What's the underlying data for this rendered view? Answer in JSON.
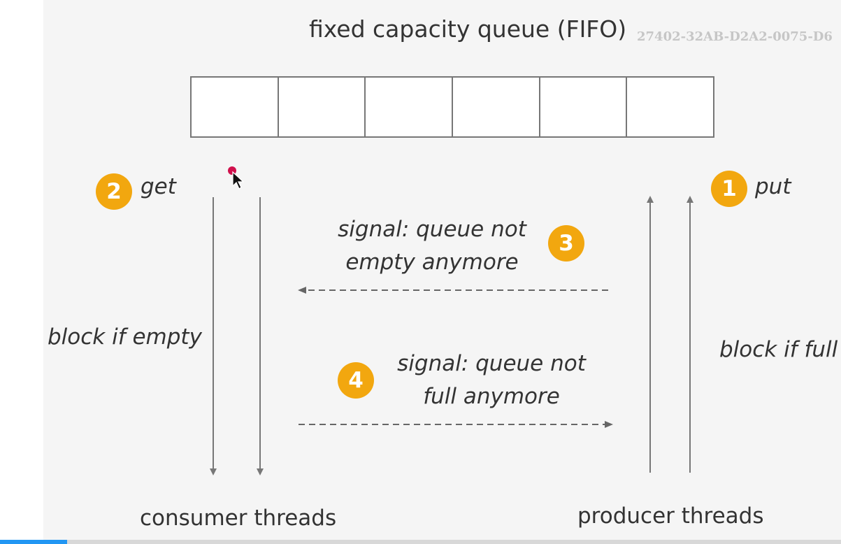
{
  "title": "fixed capacity queue (FIFO)",
  "watermark": "27402-32AB-D2A2-0075-D6",
  "queue": {
    "slots": 6
  },
  "steps": {
    "put": {
      "number": "1",
      "label": "put"
    },
    "get": {
      "number": "2",
      "label": "get"
    },
    "not_empty": {
      "number": "3",
      "line1": "signal: queue not",
      "line2": "empty anymore"
    },
    "not_full": {
      "number": "4",
      "line1": "signal: queue not",
      "line2": "full anymore"
    }
  },
  "block_empty": "block if empty",
  "block_full": "block if full",
  "consumer": "consumer threads",
  "producer": "producer threads",
  "colors": {
    "badge": "#f2a70f",
    "line": "#777777",
    "text": "#333333",
    "background": "#f5f5f5",
    "cursor_dot": "#d0104c",
    "accent": "#2196f3"
  }
}
